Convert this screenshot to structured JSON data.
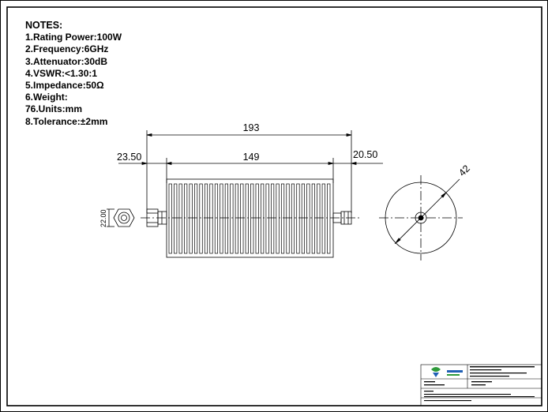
{
  "notes": {
    "title": "NOTES:",
    "items": [
      "1.Rating  Power:100W",
      "2.Frequency:6GHz",
      "3.Attenuator:30dB",
      "4.VSWR:<1.30:1",
      "5.Impedance:50Ω",
      "6.Weight:",
      "76.Units:mm",
      "8.Tolerance:±2mm"
    ]
  },
  "dimensions": {
    "overall": "193",
    "body": "149",
    "left_connector": "23.50",
    "right_connector": "20.50",
    "diameter": "42",
    "connector_size": "22.00"
  },
  "colors": {
    "line": "#000000",
    "logo_green": "#2e9a3a",
    "logo_blue": "#1f5fb4"
  }
}
